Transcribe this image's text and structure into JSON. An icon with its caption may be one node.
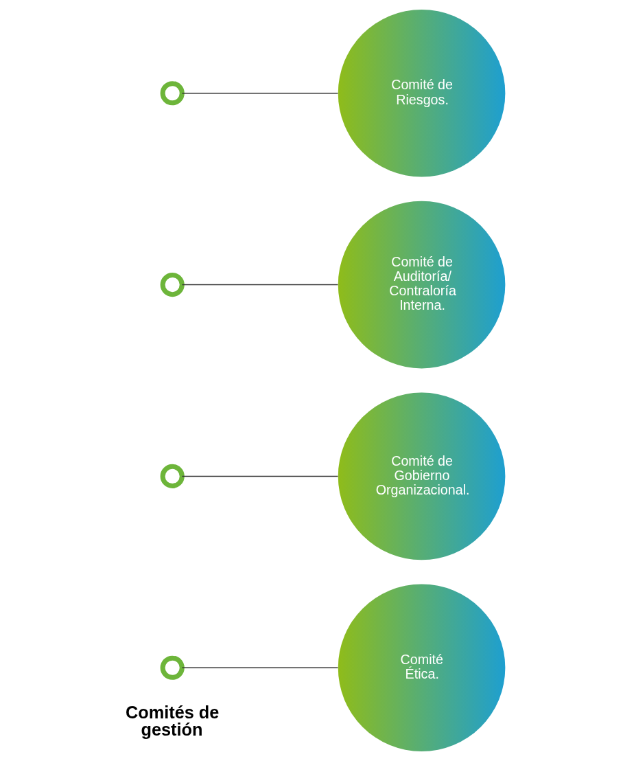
{
  "diagram": {
    "nodes": [
      {
        "text": [],
        "shape": "circle"
      },
      {
        "text": [
          "Comité de Riesgos."
        ]
      },
      {
        "text": [],
        "shape": "circle"
      },
      {
        "text": [
          "Comité de Auditoría/ Contraloría Interna."
        ]
      },
      {
        "text": [],
        "shape": "circle"
      },
      {
        "text": [
          "Comité de Gobierno Organizacional."
        ]
      },
      {
        "text": [],
        "shape": "circle"
      },
      {
        "text": [
          "Comité Ética."
        ]
      }
    ],
    "edges": [
      {
        "from": 0,
        "to": 1,
        "arrow": "none"
      },
      {
        "from": 2,
        "to": 3,
        "arrow": "none"
      },
      {
        "from": 4,
        "to": 5,
        "arrow": "none"
      },
      {
        "from": 6,
        "to": 7,
        "arrow": "none"
      }
    ],
    "labels": [
      "Comités de gestión"
    ]
  }
}
